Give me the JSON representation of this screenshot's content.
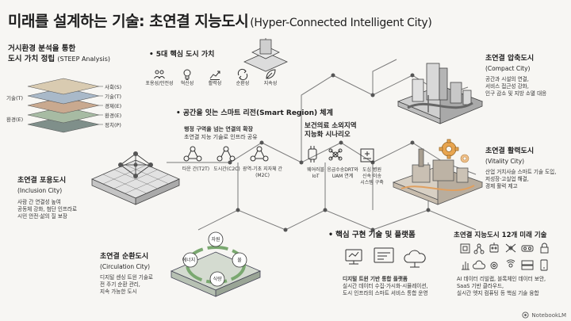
{
  "title": {
    "main": "미래를 설계하는 기술: 초연결 지능도시",
    "sub": "(Hyper-Connected Intelligent City)"
  },
  "steep": {
    "heading_line1": "거시환경 분석을 통한",
    "heading_line2": "도시 가치 정립",
    "heading_en": "(STEEP Analysis)",
    "left_labels": [
      "기술(T)",
      "환경(E)"
    ],
    "layers": [
      "사회(S)",
      "기술(T)",
      "경제(E)",
      "환경(E)",
      "정치(P)"
    ],
    "colors": [
      "#d9cbb1",
      "#a9b9c9",
      "#c9a98f",
      "#a7bba3",
      "#7f8f8a"
    ]
  },
  "core_values": {
    "heading": "5대 핵심 도시 가치",
    "items": [
      {
        "label": "포용성/안전성",
        "icon": "people-icon"
      },
      {
        "label": "혁신성",
        "icon": "lightbulb-icon"
      },
      {
        "label": "활력성",
        "icon": "trend-icon"
      },
      {
        "label": "순환성",
        "icon": "recycle-icon"
      },
      {
        "label": "지속성",
        "icon": "leaf-icon"
      }
    ]
  },
  "smart_region": {
    "heading": "공간을 잇는 스마트 리전(Smart Region) 체계",
    "desc_line1": "행정 구역을 넘는 연결의 확장",
    "desc_line2": "초연결 지능 기술로 인프라 공유",
    "nodes": [
      "타운 간(T2T)",
      "도시간(C2C)",
      "광역-기초 지자체 간(M2C)"
    ]
  },
  "healthcare": {
    "heading_line1": "보건의료 소외지역",
    "heading_line2": "지능화 시나리오",
    "items": [
      {
        "line1": "웨어러블",
        "line2": "IoT"
      },
      {
        "line1": "응급수송DRT와",
        "line2": "UAM 연계"
      },
      {
        "line1": "도심 병원",
        "line2": "신속 이송",
        "line3": "시스템 구축"
      }
    ]
  },
  "compact": {
    "title": "초연결 압축도시",
    "title_en": "(Compact City)",
    "desc": [
      "공간과 시설의 연결,",
      "서비스 접근성 강화,",
      "인구 감소 및 지방 소멸 대응"
    ]
  },
  "vitality": {
    "title": "초연결 활력도시",
    "title_en": "(Vitality City)",
    "desc": [
      "산업 거치사슬 스마트 기술 도입,",
      "저성장·고실업 해결,",
      "경제 활력 제고"
    ]
  },
  "inclusion": {
    "title": "초연결 포용도시",
    "title_en": "(Inclusion City)",
    "desc": [
      "사람 간 연결성 높여",
      "공동체 강화, 첨단 인프라로",
      "시민 안전·삶의 질 보장"
    ]
  },
  "circulation": {
    "title": "초연결 순환도시",
    "title_en": "(Circulation City)",
    "desc": [
      "디지털 센싱 트윈 기술로",
      "전 주기 순환 관리,",
      "지속 가능한 도시"
    ],
    "cycle": [
      "자원",
      "물",
      "식량",
      "에너지"
    ]
  },
  "platform": {
    "heading": "핵심 구현 기술 및 플랫폼",
    "desc": [
      "디지털 트윈 기반 통합 플랫폼",
      "실시간 데이터 수집·가시화·시뮬레이션,",
      "도시 인프라의 스마트 서비스 통합 운영"
    ]
  },
  "tech12": {
    "heading": "초연결 지능도시 12개 미래 기술",
    "desc": [
      "AI 데이터 리빌랩, 블록체인 데이터 보안,",
      "SaaS 기반 클라우드,",
      "실시간 엣지 컴퓨팅 등 핵심 기술 융합"
    ],
    "icons": [
      "ai-chip-icon",
      "network-icon",
      "robot-icon",
      "drone-icon",
      "vr-icon",
      "lock-icon",
      "chart-icon",
      "cloud-icon",
      "gear-icon",
      "sensor-icon",
      "server-icon",
      "phone-icon"
    ]
  },
  "watermark": "NotebookLM"
}
